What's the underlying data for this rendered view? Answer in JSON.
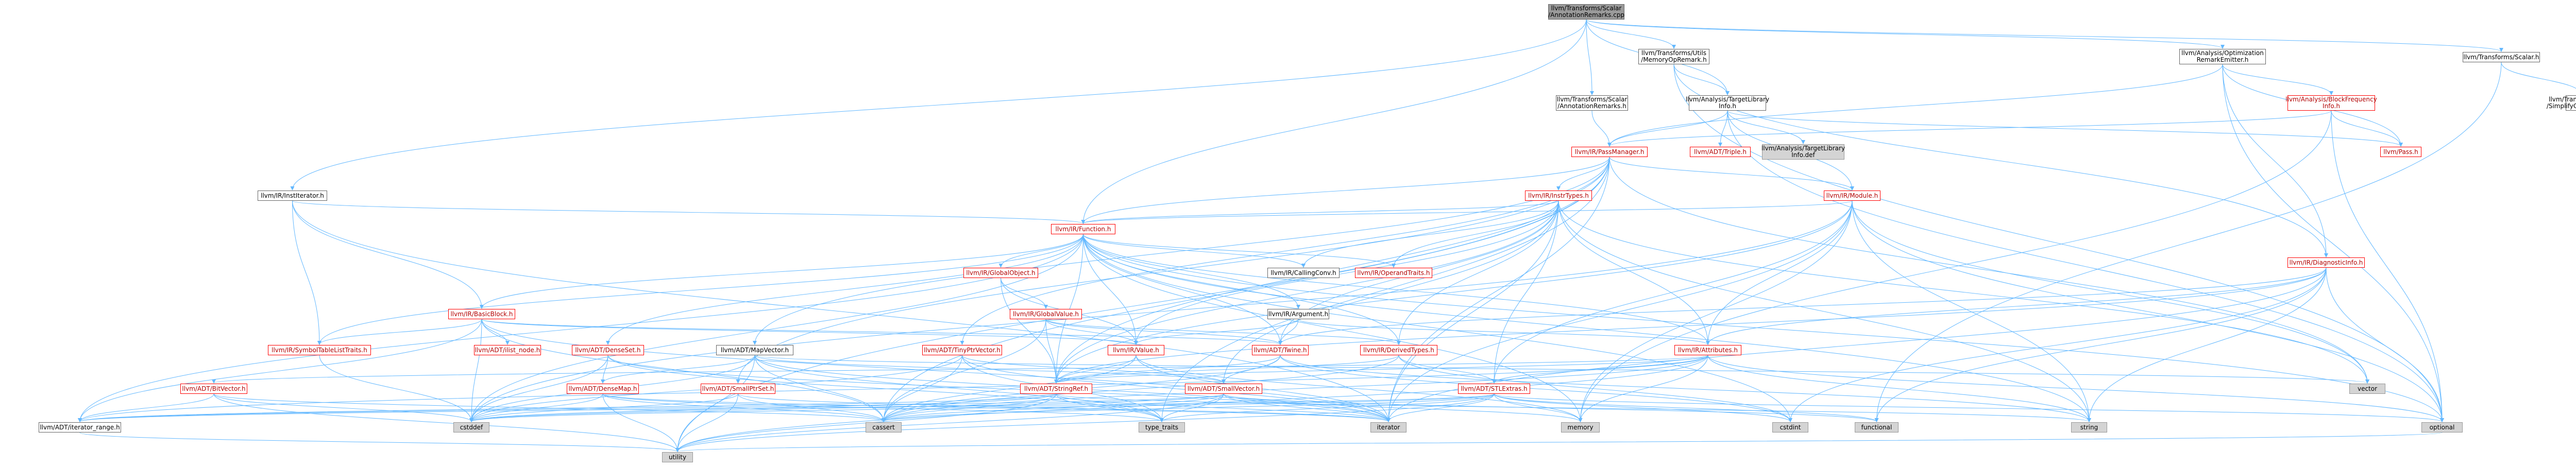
{
  "colors": {
    "edge": "#63b8ff",
    "node_border": "#666666",
    "node_border_red": "#ff0000",
    "node_text_red": "#b20000",
    "system_fill": "#d4d4d4",
    "root_fill": "#9a9a9a"
  },
  "nodes": {
    "root": "llvm/Transforms/Scalar\n/AnnotationRemarks.cpp",
    "memory_op_remark": "llvm/Transforms/Utils\n/MemoryOpRemark.h",
    "analysis_remark_emitter": "llvm/Analysis/Optimization\nRemarkEmitter.h",
    "transforms_scalar": "llvm/Transforms/Scalar.h",
    "simplify_cfg_options": "llvm/Transforms/Utils\n/SimplifyCFGOptions.h",
    "annotation_remarks_h": "llvm/Transforms/Scalar\n/AnnotationRemarks.h",
    "target_library_info": "llvm/Analysis/TargetLibrary\nInfo.h",
    "block_frequency_info": "llvm/Analysis/BlockFrequency\nInfo.h",
    "inst_iterator": "llvm/IR/InstIterator.h",
    "pass_manager": "llvm/IR/PassManager.h",
    "triple": "llvm/ADT/Triple.h",
    "target_library_info_def": "llvm/Analysis/TargetLibrary\nInfo.def",
    "pass": "llvm/Pass.h",
    "inst_types": "llvm/IR/InstrTypes.h",
    "module": "llvm/IR/Module.h",
    "function": "llvm/IR/Function.h",
    "calling_conv": "llvm/IR/CallingConv.h",
    "operand_traits": "llvm/IR/OperandTraits.h",
    "global_object": "llvm/IR/GlobalObject.h",
    "diagnostic_info": "llvm/IR/DiagnosticInfo.h",
    "basic_block": "llvm/IR/BasicBlock.h",
    "global_value": "llvm/IR/GlobalValue.h",
    "argument": "llvm/IR/Argument.h",
    "symbol_table_list_traits": "llvm/IR/SymbolTableListTraits.h",
    "ilist_node": "llvm/ADT/ilist_node.h",
    "dense_set": "llvm/ADT/DenseSet.h",
    "map_vector": "llvm/ADT/MapVector.h",
    "tiny_ptr_vector": "llvm/ADT/TinyPtrVector.h",
    "value": "llvm/IR/Value.h",
    "twine": "llvm/ADT/Twine.h",
    "derived_types": "llvm/IR/DerivedTypes.h",
    "attributes": "llvm/IR/Attributes.h",
    "bit_vector": "llvm/ADT/BitVector.h",
    "dense_map": "llvm/ADT/DenseMap.h",
    "small_ptr_set": "llvm/ADT/SmallPtrSet.h",
    "string_ref": "llvm/ADT/StringRef.h",
    "small_vector": "llvm/ADT/SmallVector.h",
    "stl_extras": "llvm/ADT/STLExtras.h",
    "iterator_range": "llvm/ADT/iterator_range.h",
    "cstddef": "cstddef",
    "cassert": "cassert",
    "type_traits": "type_traits",
    "iterator": "iterator",
    "memory": "memory",
    "cstdint": "cstdint",
    "functional": "functional",
    "string": "string",
    "optional": "optional",
    "vector": "vector",
    "utility": "utility"
  }
}
